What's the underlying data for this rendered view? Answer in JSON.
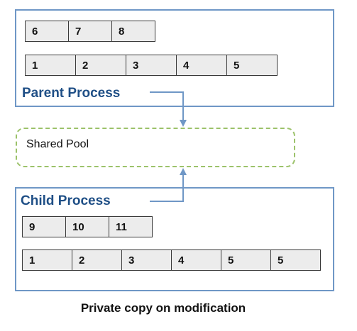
{
  "parent": {
    "title": "Parent Process",
    "private_row": [
      "6",
      "7",
      "8"
    ],
    "shared_row": [
      "1",
      "2",
      "3",
      "4",
      "5"
    ]
  },
  "shared_pool": {
    "label": "Shared Pool"
  },
  "child": {
    "title": "Child Process",
    "private_row": [
      "9",
      "10",
      "11"
    ],
    "shared_row": [
      "1",
      "2",
      "3",
      "4",
      "5",
      "5"
    ]
  },
  "caption": "Private copy on modification",
  "colors": {
    "process_border": "#6f97c6",
    "process_title": "#1f4f86",
    "pool_border": "#9cc26a",
    "arrow": "#6f97c6",
    "cell_fill": "#ececec"
  }
}
